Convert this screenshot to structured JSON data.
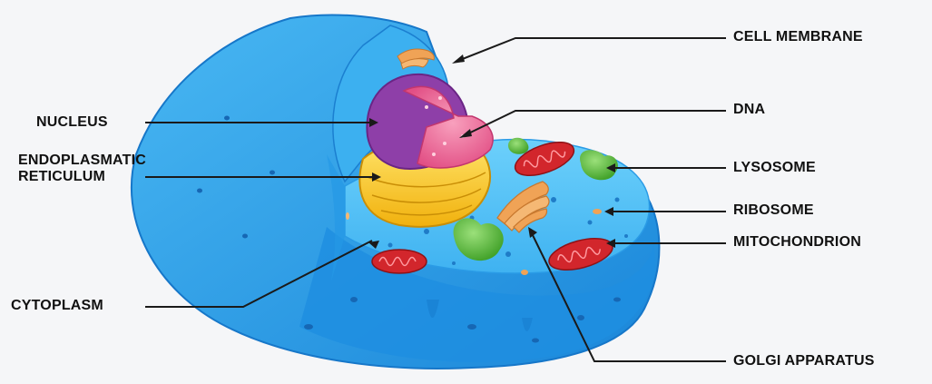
{
  "labels": {
    "cell_membrane": "CELL MEMBRANE",
    "nucleus": "NUCLEUS",
    "dna": "DNA",
    "endoplasmatic_line1": "ENDOPLASMATIC",
    "endoplasmatic_line2": "RETICULUM",
    "lysosome": "LYSOSOME",
    "ribosome": "RIBOSOME",
    "mitochondrion": "MITOCHONDRION",
    "cytoplasm": "CYTOPLASM",
    "golgi_apparatus": "GOLGI APPARATUS"
  },
  "colors": {
    "background": "#f5f6f8",
    "membrane": "#2fa6ee",
    "membrane_dark": "#1b7fd0",
    "cytoplasm": "#4fc3f7",
    "nucleus_envelope": "#8e3fa8",
    "nucleoplasm": "#f06b9a",
    "er": "#f6c21a",
    "mitochondrion": "#d2262c",
    "lysosome": "#5ec13a",
    "golgi": "#f0a356",
    "leader": "#1a1a1a"
  }
}
